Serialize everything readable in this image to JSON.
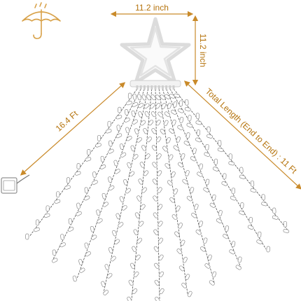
{
  "product": {
    "icon": "umbrella-rain-icon",
    "accent_color": "#c98a2a",
    "label_color": "#b5730c",
    "star_color": "#e2e2e2"
  },
  "dimensions": {
    "star_width": "11.2 inch",
    "star_height": "11.2 inch",
    "strand_length": "16.4 Ft",
    "total_length": "Total Length (End to End) : 11 Ft"
  }
}
